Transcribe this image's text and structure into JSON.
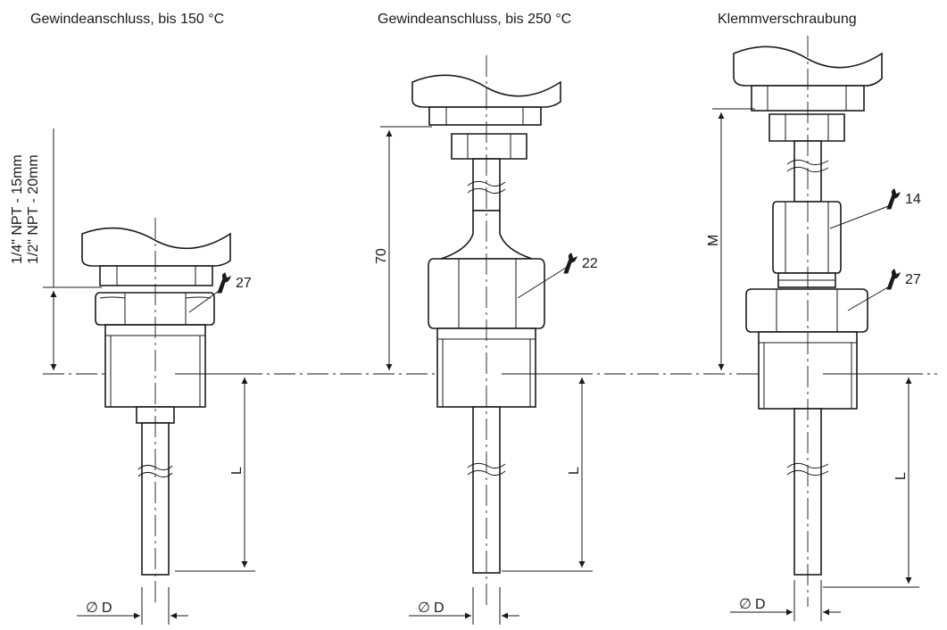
{
  "titles": {
    "left": "Gewindeanschluss, bis 150 °C",
    "middle": "Gewindeanschluss, bis 250 °C",
    "right": "Klemmverschraubung"
  },
  "thread_depth_notes": {
    "npt_quarter": "1/4\" NPT - 15mm",
    "npt_half": "1/2\" NPT - 20mm"
  },
  "wrench_sizes": {
    "left_hex": "27",
    "middle_hex": "22",
    "right_upper_hex": "14",
    "right_lower_hex": "27"
  },
  "dimension_labels": {
    "height_70": "70",
    "length_M": "M",
    "length_L": "L",
    "diameter": "D",
    "diameter_symbol": "∅"
  },
  "icons": {
    "wrench": "wrench-icon",
    "diameter": "diameter-symbol-icon"
  },
  "colors": {
    "line": "#1a1a1a",
    "background": "#ffffff"
  }
}
